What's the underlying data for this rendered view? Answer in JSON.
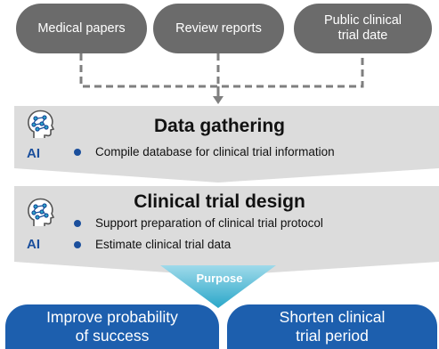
{
  "sources": [
    {
      "label": "Medical papers"
    },
    {
      "label": "Review reports"
    },
    {
      "label": "Public clinical\ntrial date"
    }
  ],
  "stage1": {
    "title": "Data gathering",
    "ai_label": "AI",
    "bullets": [
      "Compile database for clinical trial information"
    ]
  },
  "stage2": {
    "title": "Clinical trial design",
    "ai_label": "AI",
    "bullets": [
      "Support preparation of clinical trial protocol",
      "Estimate clinical trial data"
    ]
  },
  "purpose": {
    "label": "Purpose"
  },
  "goals": [
    {
      "label": "Improve probability\nof success"
    },
    {
      "label": "Shorten clinical\ntrial period"
    }
  ],
  "colors": {
    "source_bg": "#6b6b6b",
    "stage_bg": "#dcdcdc",
    "ai_blue": "#1b4f9c",
    "purpose_teal": "#2aa7c9",
    "goal_blue": "#1d5fae"
  },
  "icons": {
    "ai": "head-with-circuit-icon",
    "arrow": "arrow-down-icon"
  }
}
